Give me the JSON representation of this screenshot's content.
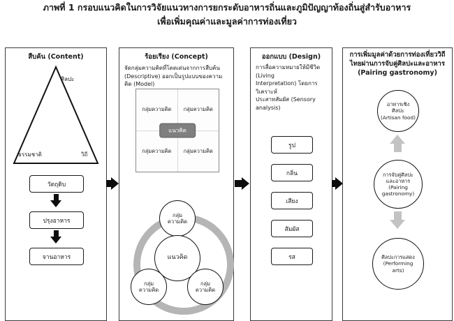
{
  "title": {
    "line1": "ภาพที่ 1 กรอบแนวคิดในการวิจัยแนวทางการยกระดับอาหารถิ่นและภูมิปัญญาท้องถิ่นสู่สำรับอาหาร",
    "line2": "เพื่อเพิ่มคุณค่าและมูลค่าการท่องเที่ยว"
  },
  "panels": {
    "content": {
      "header": "สืบค้น (Content)",
      "triangle": {
        "top": "ศิลปะ",
        "bottom_left": "ธรรมชาติ",
        "bottom_right": "วิถี"
      },
      "steps": [
        "วัตถุดิบ",
        "ปรุงอาหาร",
        "จานอาหาร"
      ]
    },
    "concept": {
      "header": "ร้อยเรียง (Concept)",
      "description": "จัดกลุ่มความคิดที่โดดเด่นจากการสืบค้น\n(Descriptive) ออกเป็นรูปแบบของความคิด (Model)",
      "grid_cells": [
        "กลุ่มความคิด",
        "กลุ่มความคิด",
        "กลุ่มความคิด",
        "กลุ่มความคิด"
      ],
      "grid_center": "แนวคิด",
      "hub": "แนวคิด",
      "satellites": [
        "กลุ่ม\nความคิด",
        "กลุ่ม\nความคิด",
        "กลุ่ม\nความคิด"
      ]
    },
    "design": {
      "header": "ออกแบบ (Design)",
      "description": "การสื่อความหมายให้มีชีวิต (Living\nInterpretation) โดยการวิเคราะห์\nประสาทสัมผัส (Sensory analysis)",
      "senses": [
        "รูป",
        "กลิ่น",
        "เสียง",
        "สัมผัส",
        "รส"
      ]
    },
    "pairing": {
      "header": "การเพิ่มมูลค่าด้วยการท่องเที่ยววิถี\nไทยผ่านการจับคู่ศิลปะและอาหาร\n(Pairing gastronomy)",
      "nodes": [
        "อาหารเชิง\nศิลปะ\n(Artisan food)",
        "การจับคู่ศิลปะ\nและอาหาร\n(Pairing\ngastronomy)",
        "ศิลปะการแสดง\n(Performing\narts)"
      ]
    }
  },
  "colors": {
    "ink": "#1a1a1a",
    "gray_shape": "#c3c3c3",
    "grid_center_bg": "#7f7f7f"
  }
}
